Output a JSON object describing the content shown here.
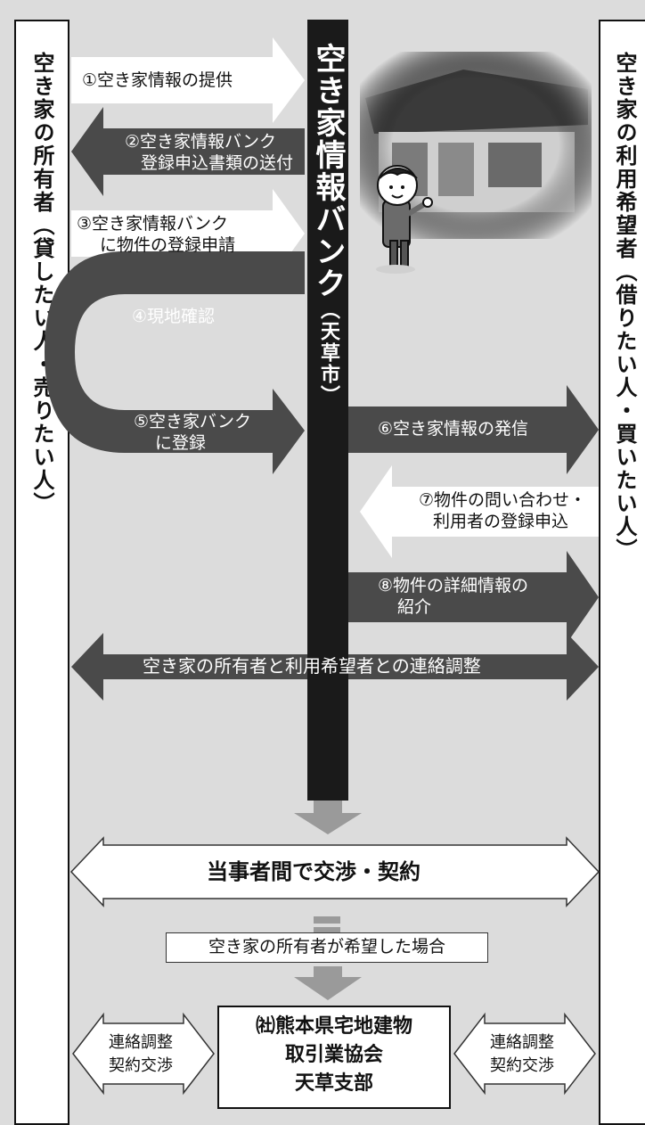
{
  "left_party": {
    "title": "空き家の所有者",
    "sub": "（貸したい人・売りたい人）"
  },
  "right_party": {
    "title": "空き家の利用希望者",
    "sub": "（借りたい人・買いたい人）"
  },
  "center": {
    "title": "空き家情報バンク",
    "sub": "（天草市）"
  },
  "steps": {
    "s1": "①空き家情報の提供",
    "s2a": "②空き家情報バンク",
    "s2b": "登録申込書類の送付",
    "s3a": "③空き家情報バンク",
    "s3b": "に物件の登録申請",
    "s4": "④現地確認",
    "s5a": "⑤空き家バンク",
    "s5b": "に登録",
    "s6": "⑥空き家情報の発信",
    "s7a": "⑦物件の問い合わせ・",
    "s7b": "利用者の登録申込",
    "s8a": "⑧物件の詳細情報の",
    "s8b": "紹介"
  },
  "coordination": "空き家の所有者と利用希望者との連絡調整",
  "negotiation": "当事者間で交渉・契約",
  "condition": "空き家の所有者が希望した場合",
  "association": {
    "line1": "㈳熊本県宅地建物",
    "line2": "取引業協会",
    "line3": "天草支部"
  },
  "side_left": {
    "line1": "連絡調整",
    "line2": "契約交渉"
  },
  "side_right": {
    "line1": "連絡調整",
    "line2": "契約交渉"
  },
  "colors": {
    "dark": "#4a4a4a",
    "bar": "#1a1a1a",
    "bg": "#dcdcdc",
    "arrow_gray": "#9a9a9a"
  }
}
